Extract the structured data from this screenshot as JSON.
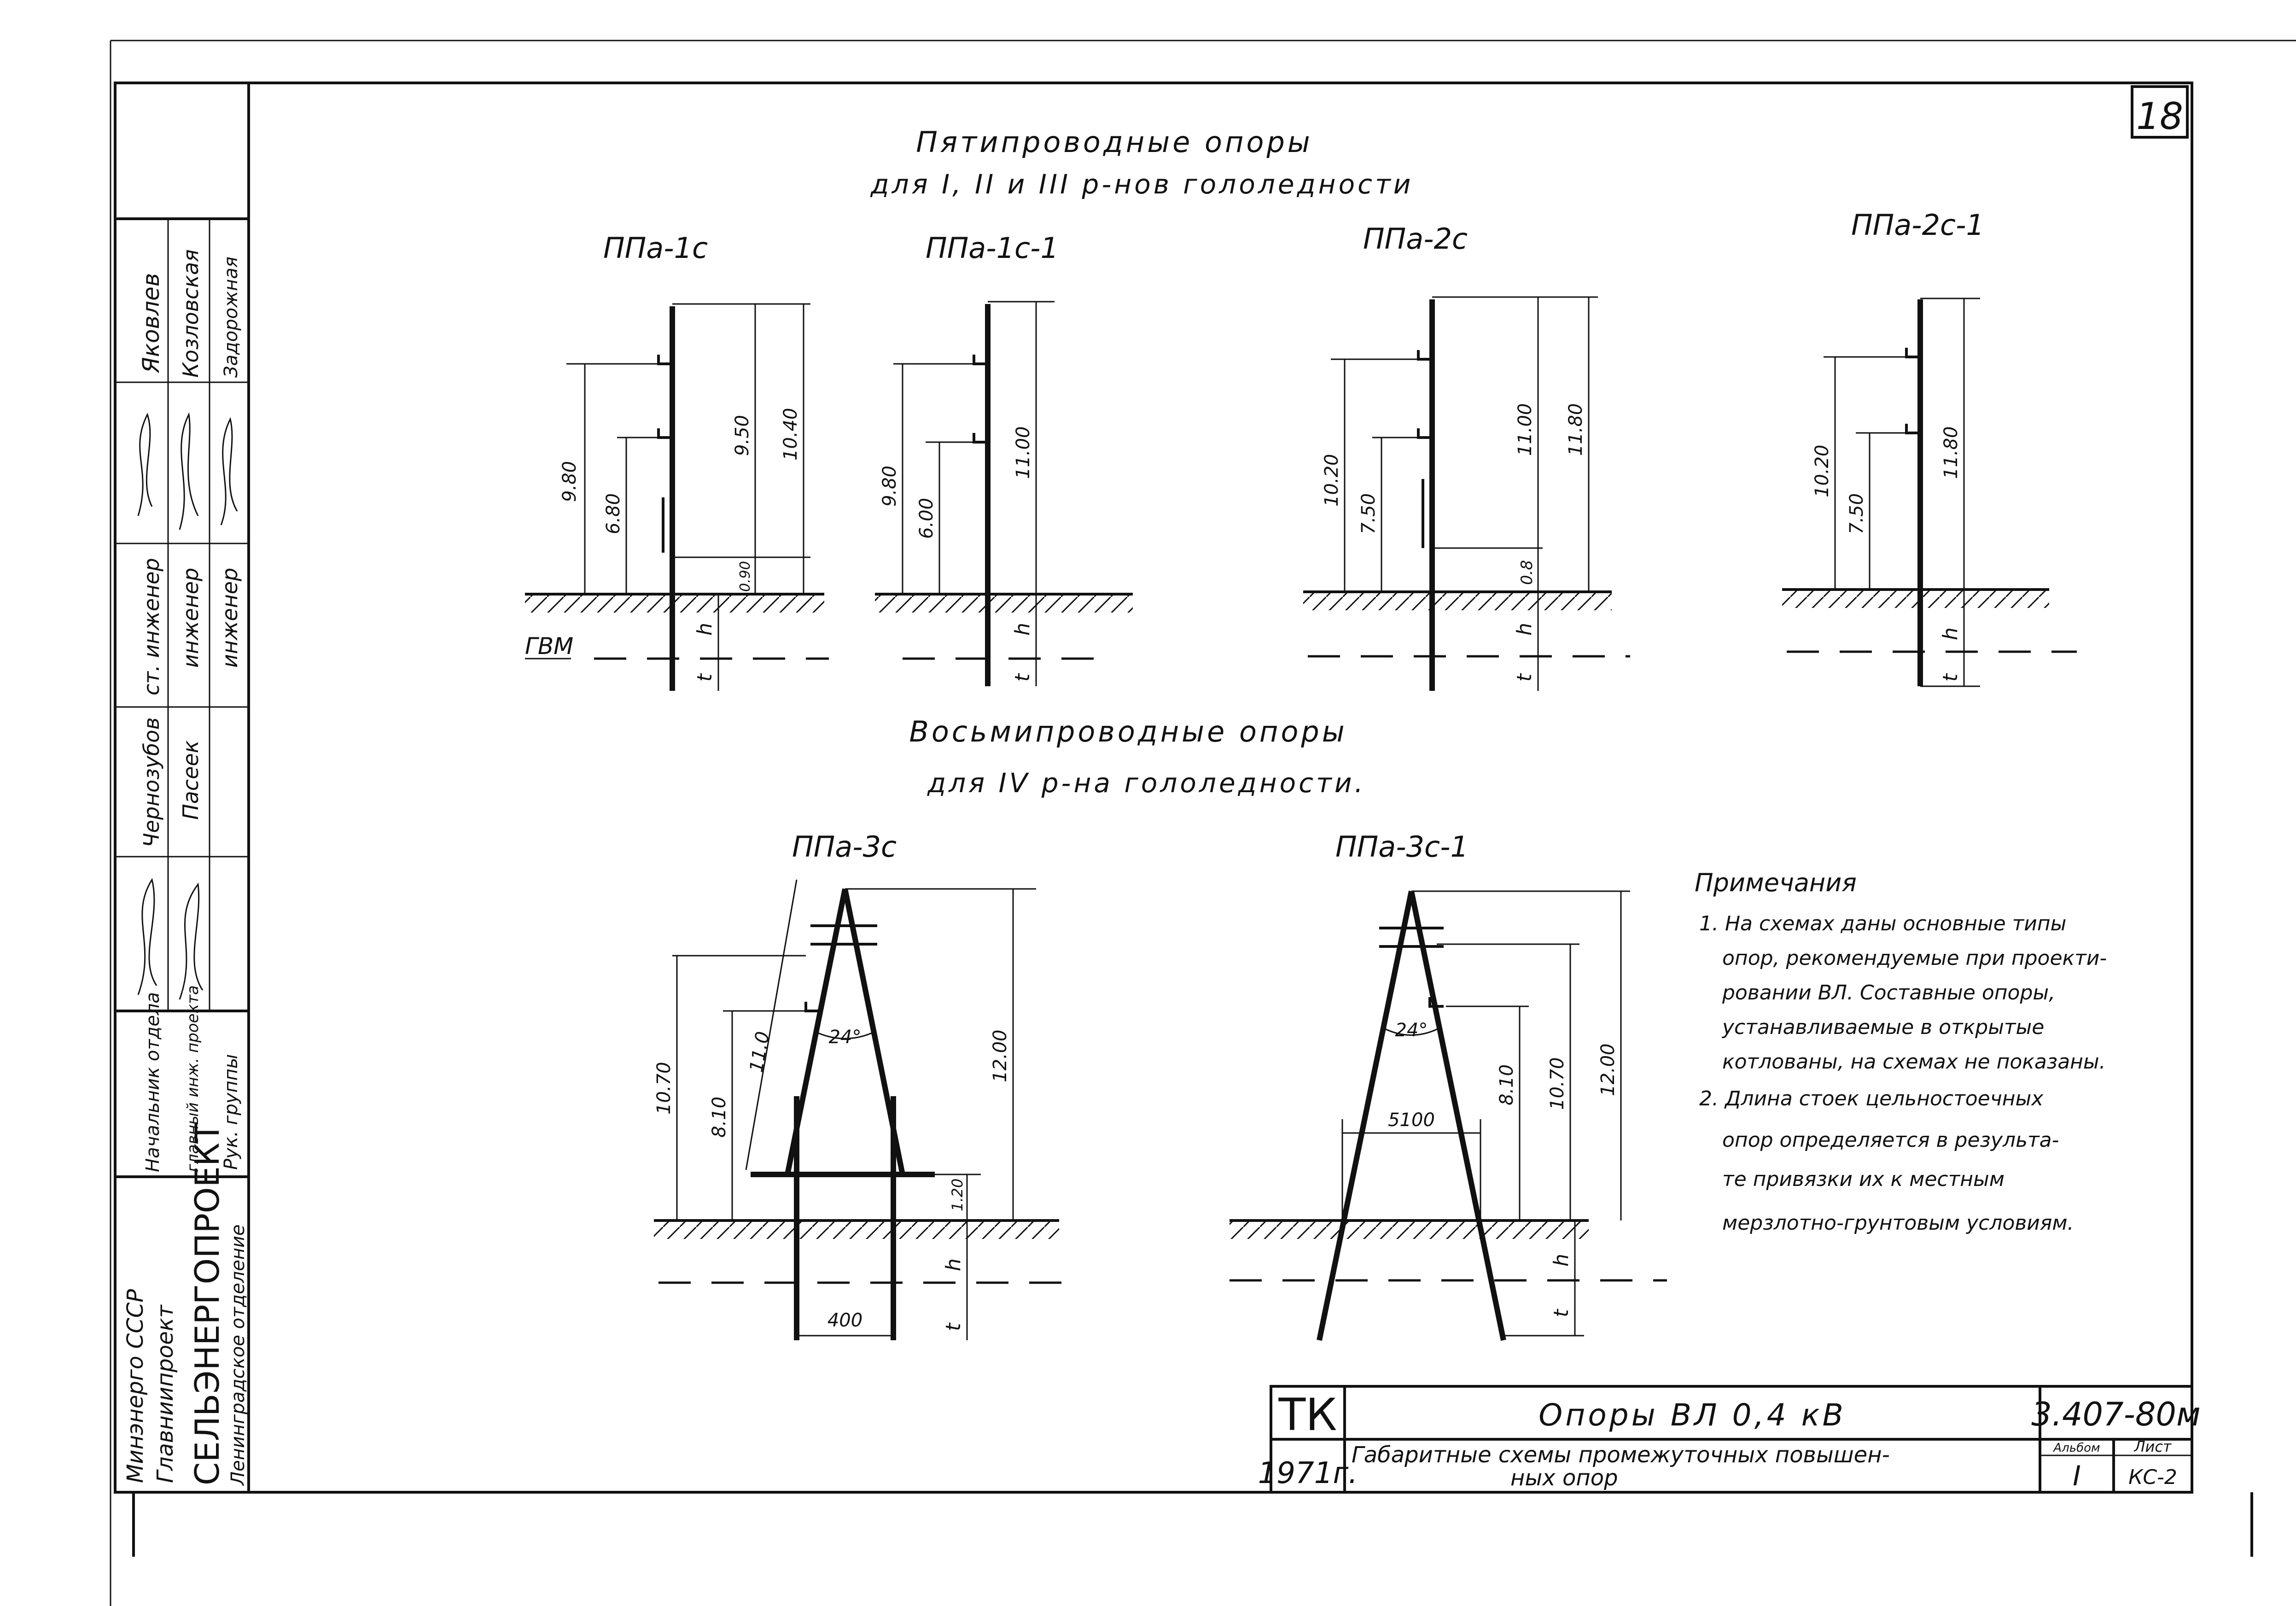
{
  "sheet_number": "18",
  "headings": {
    "five_wire_line1": "Пятипроводные опоры",
    "five_wire_line2": "для I, II и III р-нов гололедности",
    "eight_wire_line1": "Восьмипроводные опоры",
    "eight_wire_line2": "для IV р-на гололедности."
  },
  "supports": [
    {
      "name": "ППа-1с",
      "dims": [
        "9.80",
        "6.80",
        "9.50",
        "10.40",
        "0.90",
        "h",
        "t"
      ]
    },
    {
      "name": "ППа-1с-1",
      "dims": [
        "9.80",
        "6.00",
        "11.00",
        "h",
        "t"
      ]
    },
    {
      "name": "ППа-2с",
      "dims": [
        "10.20",
        "7.50",
        "11.00",
        "11.80",
        "0.8",
        "h",
        "t"
      ]
    },
    {
      "name": "ППа-2с-1",
      "dims": [
        "10.20",
        "7.50",
        "11.80",
        "h",
        "t"
      ]
    },
    {
      "name": "ППа-3с",
      "dims": [
        "10.70",
        "8.10",
        "11.0",
        "24°",
        "12.00",
        "1.20",
        "h",
        "t",
        "400"
      ]
    },
    {
      "name": "ППа-3с-1",
      "dims": [
        "24°",
        "8.10",
        "10.70",
        "12.00",
        "5100",
        "h",
        "t"
      ]
    }
  ],
  "gvm_label": "ГВМ",
  "notes": {
    "title": "Примечания",
    "lines": [
      "1. На схемах даны основные типы",
      "опор, рекомендуемые при проекти-",
      "ровании ВЛ. Составные опоры,",
      "устанавливаемые в открытые",
      "котлованы, на схемах не показаны.",
      "2. Длина стоек цельностоечных",
      "опор определяется в результа-",
      "те привязки их к местным",
      "мерзлотно-грунтовым условиям."
    ]
  },
  "side_stamp": {
    "org_lines": [
      "Минэнерго СССР",
      "Главниипроект",
      "СЕЛЬЭНЕРГОПРОЕКТ",
      "Ленинградское отделение"
    ],
    "roles": [
      "Начальник отдела",
      "главный инж. проекта",
      "Рук. группы"
    ],
    "names_left": [
      "Чернозубов",
      "Пасеек"
    ],
    "roles_right": [
      "ст. инженер",
      "инженер",
      "инженер"
    ],
    "names_right": [
      "Яковлев",
      "Козловская",
      "Задорожная"
    ]
  },
  "title_block": {
    "tk": "ТК",
    "year": "1971г.",
    "title": "Опоры ВЛ 0,4 кВ",
    "subtitle_line1": "Габаритные схемы промежуточных повышен-",
    "subtitle_line2": "ных опор",
    "code": "3.407-80м",
    "album_label": "Альбом",
    "album": "I",
    "sheet_label": "Лист",
    "sheet": "КС-2"
  }
}
